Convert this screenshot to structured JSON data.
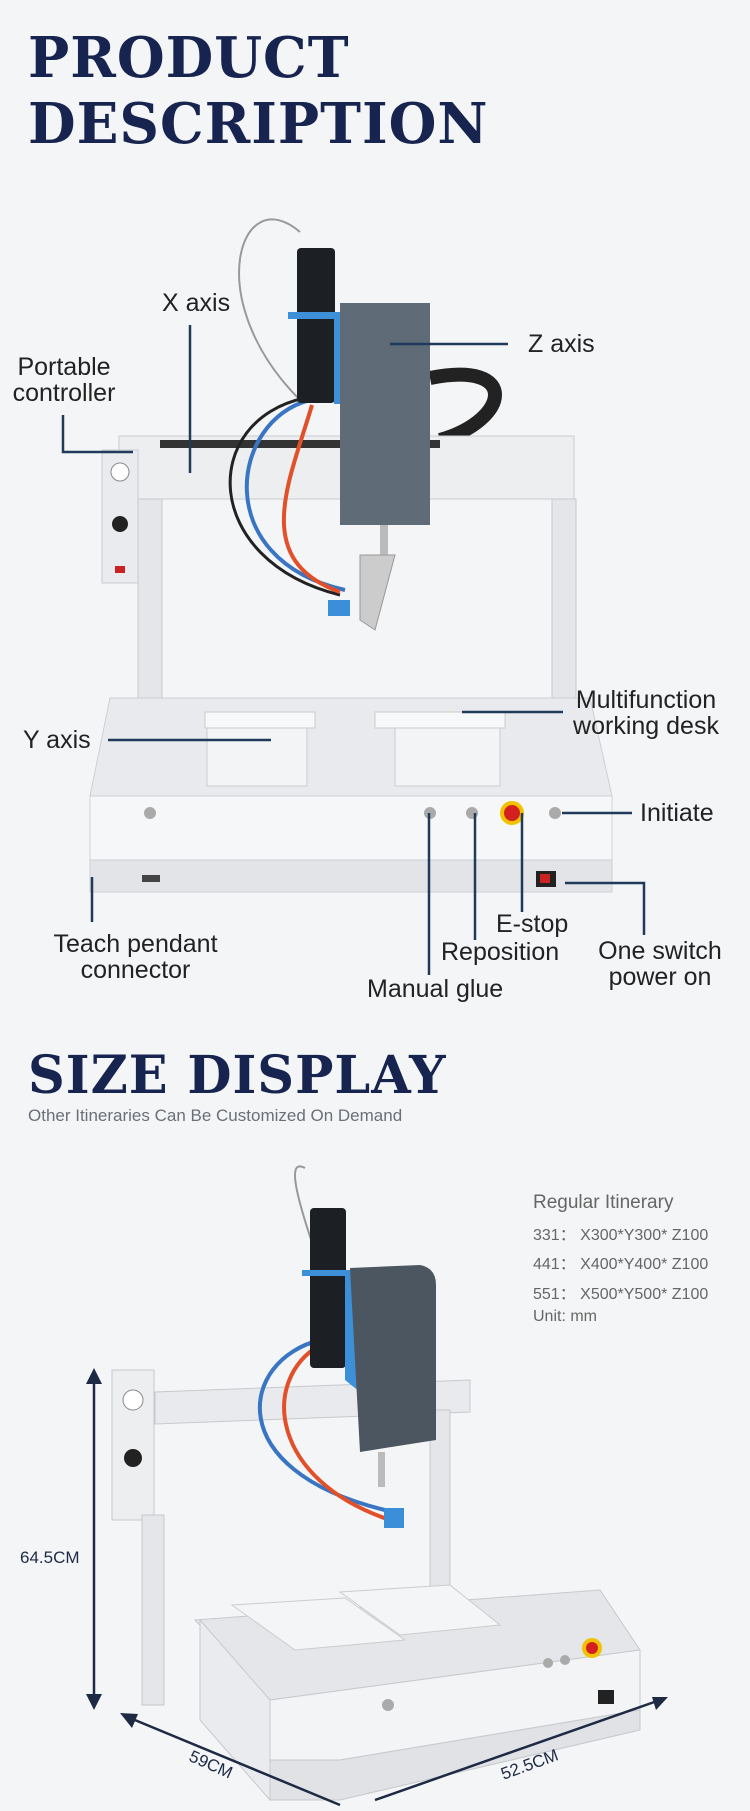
{
  "section1": {
    "title_line1": "PRODUCT",
    "title_line2": "DESCRIPTION",
    "labels": {
      "x_axis": "X axis",
      "portable_controller_1": "Portable",
      "portable_controller_2": "controller",
      "z_axis": "Z axis",
      "multifunction_1": "Multifunction",
      "multifunction_2": "working desk",
      "y_axis": "Y axis",
      "initiate": "Initiate",
      "teach_pendant_1": "Teach pendant",
      "teach_pendant_2": "connector",
      "estop": "E-stop",
      "reposition": "Reposition",
      "one_switch_1": "One switch",
      "one_switch_2": "power on",
      "manual_glue": "Manual glue"
    }
  },
  "section2": {
    "title": "SIZE DISPLAY",
    "subtitle": "Other Itineraries Can Be Customized On Demand",
    "spec_heading": "Regular Itinerary",
    "specs": [
      "331： X300*Y300* Z100",
      "441： X400*Y400* Z100",
      "551： X500*Y500* Z100"
    ],
    "unit": "Unit: mm",
    "dimensions": {
      "height": "64.5CM",
      "depth": "59CM",
      "width": "52.5CM"
    }
  },
  "colors": {
    "title": "#17244f",
    "leader_line": "#1f3a5a",
    "z_housing": "#5f6b77"
  }
}
